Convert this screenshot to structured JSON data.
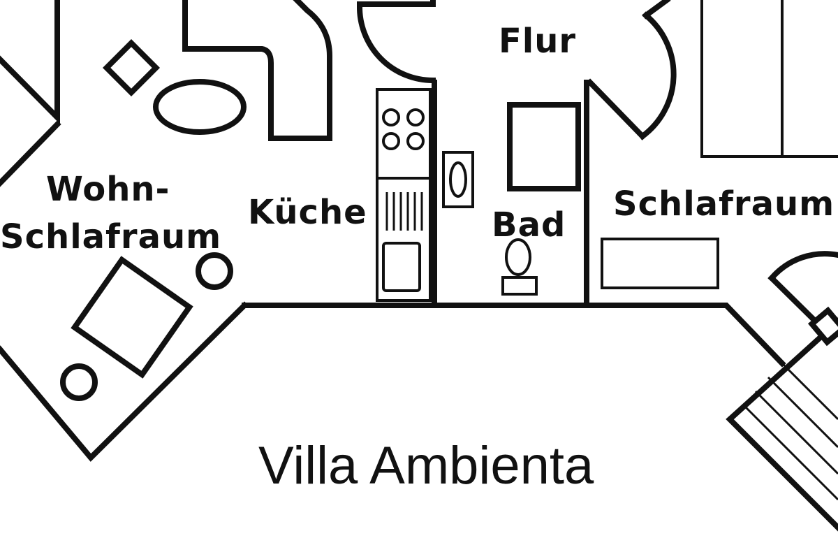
{
  "plan": {
    "rooms": {
      "wohn_line1": "Wohn-",
      "wohn_line2": "Schlafraum",
      "kueche": "Küche",
      "flur": "Flur",
      "bad": "Bad",
      "schlafraum": "Schlafraum"
    },
    "caption": "Villa Ambienta",
    "colors": {
      "ink": "#111111",
      "background": "#ffffff"
    }
  }
}
